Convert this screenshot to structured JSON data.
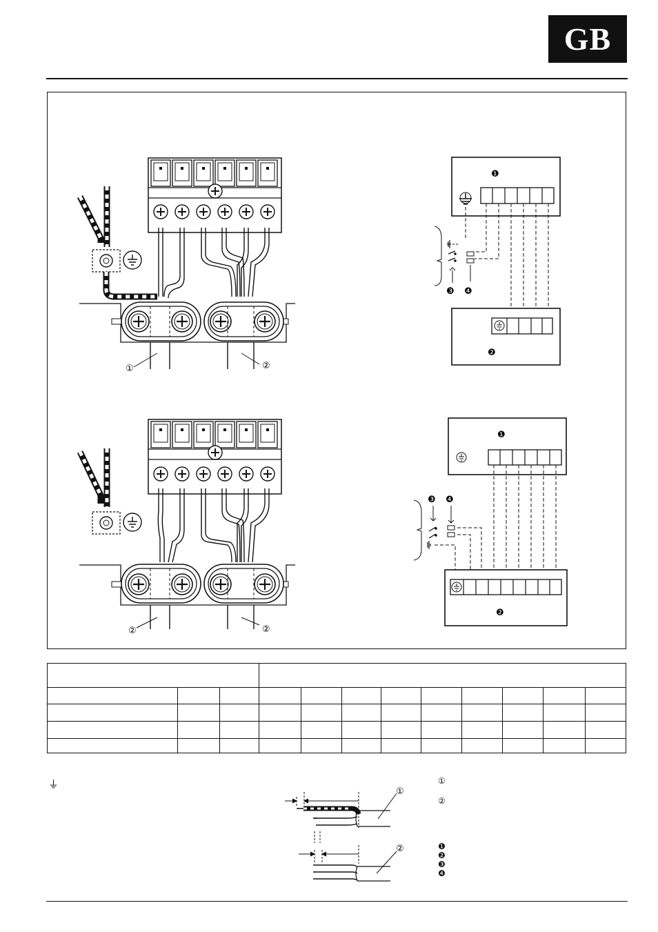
{
  "header": {
    "language_badge": "GB"
  },
  "figure_top": {
    "callouts": [
      "①",
      "②"
    ]
  },
  "figure_bottom": {
    "callouts": [
      "②",
      "②"
    ]
  },
  "schematic_top": {
    "markers": [
      "❶",
      "❷",
      "❸",
      "❹"
    ]
  },
  "schematic_bottom": {
    "markers": [
      "❶",
      "❷",
      "❸",
      "❹"
    ]
  },
  "table": {
    "rows": [
      {
        "cells": [
          "",
          ""
        ],
        "spans": [
          5,
          7
        ]
      },
      {
        "cells": [
          "",
          "",
          "",
          "",
          "",
          "",
          "",
          "",
          "",
          "",
          "",
          ""
        ]
      },
      {
        "cells": [
          "",
          "",
          "",
          "",
          "",
          "",
          "",
          "",
          "",
          "",
          "",
          ""
        ]
      },
      {
        "cells": [
          "",
          "",
          "",
          "",
          "",
          "",
          "",
          "",
          "",
          "",
          "",
          ""
        ]
      },
      {
        "cells": [
          "",
          "",
          "",
          "",
          "",
          "",
          "",
          "",
          "",
          "",
          "",
          ""
        ]
      }
    ]
  },
  "notes": {
    "earth_symbol": "⏚"
  },
  "strip_diagram": {
    "callouts": [
      "①",
      "②"
    ]
  },
  "legend": {
    "items": [
      "①",
      "②"
    ],
    "markers": [
      "❶",
      "❷",
      "❸",
      "❹"
    ]
  }
}
